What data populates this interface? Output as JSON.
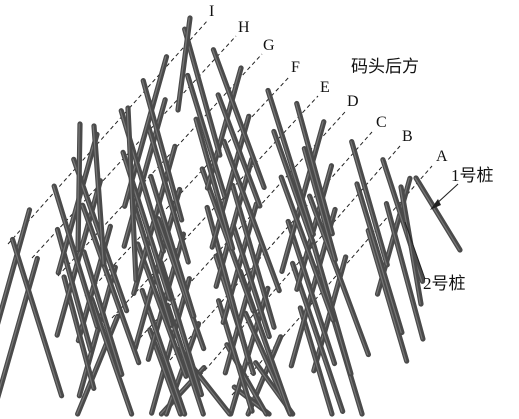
{
  "rows": [
    {
      "id": "row-a",
      "label": "A"
    },
    {
      "id": "row-b",
      "label": "B"
    },
    {
      "id": "row-c",
      "label": "C"
    },
    {
      "id": "row-d",
      "label": "D"
    },
    {
      "id": "row-e",
      "label": "E"
    },
    {
      "id": "row-f",
      "label": "F"
    },
    {
      "id": "row-g",
      "label": "G"
    },
    {
      "id": "row-h",
      "label": "H"
    },
    {
      "id": "row-i",
      "label": "I"
    }
  ],
  "annotations": {
    "wharf_rear": "码头后方",
    "pile_1": "1号桩",
    "pile_2": "2号桩"
  },
  "colors": {
    "pile": "#4a4a4a",
    "pile_highlight": "#8a8a8a",
    "guide_line": "#222222",
    "text": "#111111"
  }
}
